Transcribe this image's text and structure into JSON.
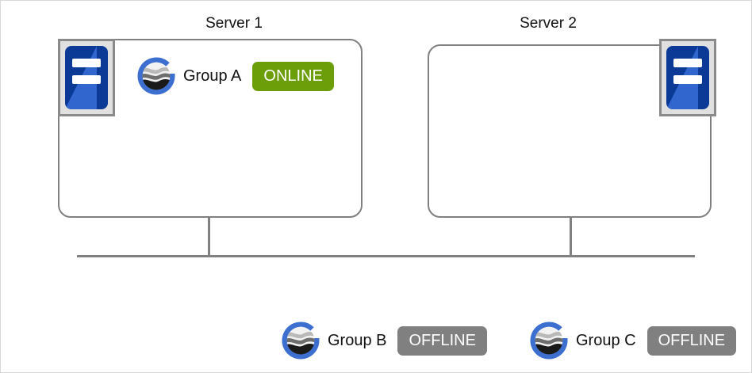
{
  "diagram": {
    "title_hidden": "",
    "background": "#ffffff",
    "line_color": "#808080",
    "border_color": "#d8d8d8"
  },
  "colors": {
    "online_badge": "#6b9e08",
    "offline_badge": "#808080",
    "server_chassis_dark": "#0b3a96",
    "server_chassis_light": "#3066ce",
    "server_frame_fill": "#e0e0e0",
    "server_frame_border": "#8a8a8a",
    "logo_ring_blue": "#3d6fd0",
    "box_outline": "#808080",
    "text": "#111111"
  },
  "servers": [
    {
      "name": "server-1",
      "title": "Server 1",
      "icon": "server-rack-icon",
      "icon_position": "top-left",
      "groups": [
        {
          "name": "group-a",
          "icon": "globe-g-icon",
          "label": "Group A",
          "status": "ONLINE",
          "status_kind": "online"
        }
      ]
    },
    {
      "name": "server-2",
      "title": "Server 2",
      "icon": "server-rack-icon",
      "icon_position": "top-right",
      "groups": []
    }
  ],
  "unassigned_groups": [
    {
      "name": "group-b",
      "icon": "globe-g-icon",
      "label": "Group B",
      "status": "OFFLINE",
      "status_kind": "offline"
    },
    {
      "name": "group-c",
      "icon": "globe-g-icon",
      "label": "Group C",
      "status": "OFFLINE",
      "status_kind": "offline"
    }
  ]
}
